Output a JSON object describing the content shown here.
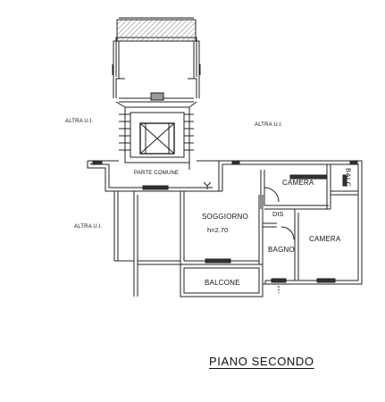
{
  "plan": {
    "title": "PIANO SECONDO",
    "labels": {
      "altra_left_top": "ALTRA U.I.",
      "altra_left_bottom": "ALTRA U.I.",
      "altra_right": "ALTRA U.I.",
      "parte_comune": "PARTE COMUNE",
      "camera_top": "CAMERA",
      "balc": "BALC",
      "dis": "DIS",
      "soggiorno": "SOGGIORNO",
      "soggiorno_height": "h=2.70",
      "camera_right": "CAMERA",
      "bagno": "BAGNO",
      "balcone": "BALCONE"
    }
  }
}
